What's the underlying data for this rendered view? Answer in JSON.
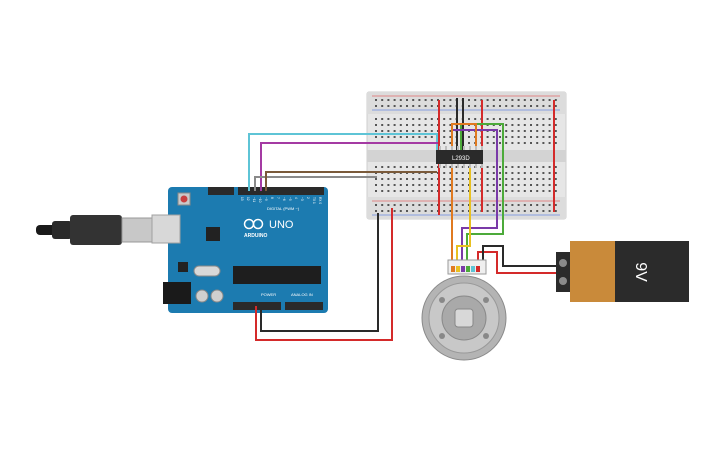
{
  "circuit": {
    "arduino": {
      "brand": "ARDUINO",
      "model": "UNO",
      "digital_header_label": "DIGITAL (PWM ~)",
      "power_label": "POWER",
      "analog_label": "ANALOG IN",
      "pin_labels": [
        "13",
        "12",
        "~11",
        "~10",
        "~9",
        "8",
        "7",
        "~6",
        "~5",
        "4",
        "~3",
        "2",
        "TX 1",
        "RX 0"
      ]
    },
    "driver_chip": {
      "label": "L293D"
    },
    "battery": {
      "label": "9V",
      "body_color": "#c98a3a",
      "cap_color": "#2b2b2b"
    },
    "wire_colors": {
      "cyan": "#5ec4d6",
      "magenta": "#a43aa3",
      "brown": "#7a5a3a",
      "gray": "#8a8a8a",
      "black": "#2a2a2a",
      "red": "#d42a2a",
      "yellow": "#e8c020",
      "orange": "#e07a20",
      "green": "#4caa3a",
      "purple": "#7a3aa8"
    },
    "board_color": "#1c7bb0"
  }
}
